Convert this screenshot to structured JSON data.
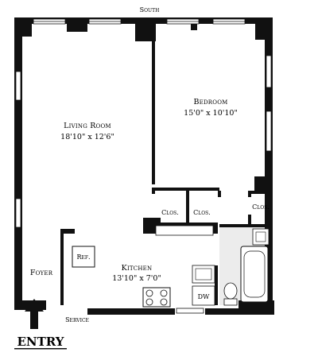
{
  "compass": {
    "south": "South"
  },
  "rooms": {
    "bedroom": {
      "name": "Bedroom",
      "dims": "15'0\" x 10'10\""
    },
    "living": {
      "name": "Living Room",
      "dims": "18'10\" x 12'6\""
    },
    "kitchen": {
      "name": "Kitchen",
      "dims": "13'10\" x 7'0\""
    },
    "foyer": {
      "name": "Foyer"
    }
  },
  "closets": {
    "left": "Clos.",
    "middle": "Clos.",
    "right": "Clos."
  },
  "fixtures": {
    "refrigerator": "Ref.",
    "dishwasher": "DW"
  },
  "labels": {
    "service": "Service",
    "entry": "ENTRY"
  }
}
